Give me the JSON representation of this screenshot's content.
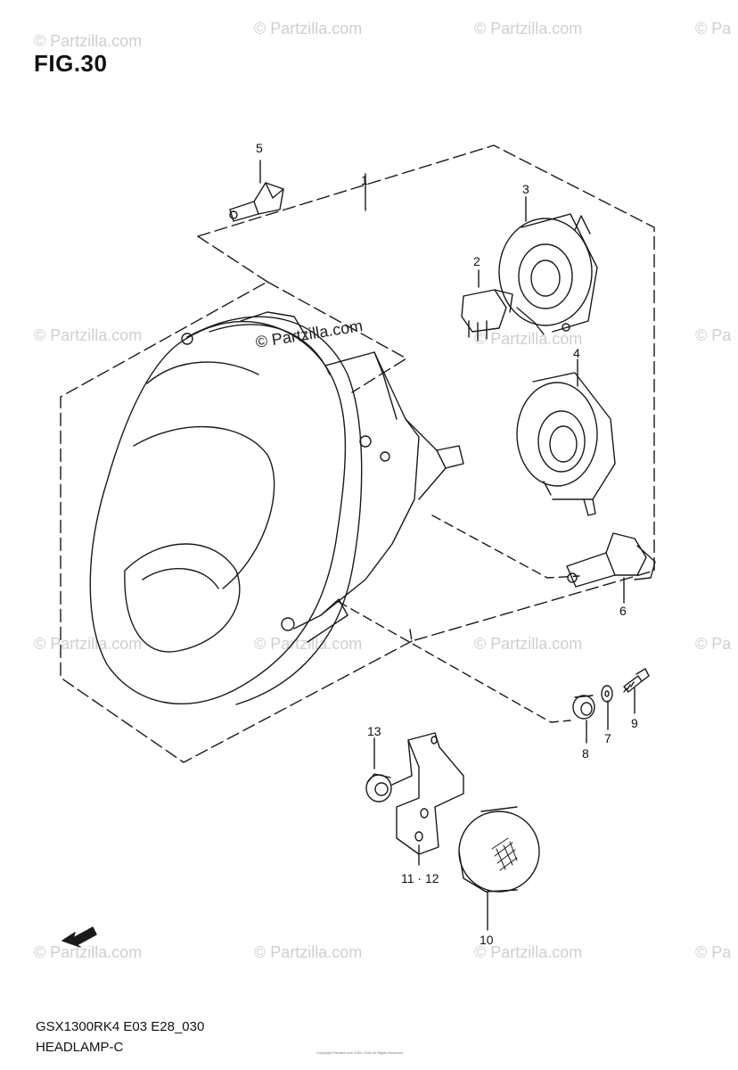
{
  "figure": {
    "title": "FIG.30",
    "model_code": "GSX1300RK4 E03 E28_030",
    "name": "HEADLAMP-C",
    "copyright_note": "Copyright Partzilla.com 2004-2016 All Rights Reserved"
  },
  "watermark": {
    "text": "© Partzilla.com",
    "short_text": "© Pa"
  },
  "center_watermark": "© Partzilla.com",
  "fwd_label": "FWD",
  "callouts": [
    {
      "id": "1",
      "label": "1"
    },
    {
      "id": "2",
      "label": "2"
    },
    {
      "id": "3",
      "label": "3"
    },
    {
      "id": "4",
      "label": "4"
    },
    {
      "id": "5",
      "label": "5"
    },
    {
      "id": "6",
      "label": "6"
    },
    {
      "id": "7",
      "label": "7"
    },
    {
      "id": "8",
      "label": "8"
    },
    {
      "id": "9",
      "label": "9"
    },
    {
      "id": "10",
      "label": "10"
    },
    {
      "id": "11-12",
      "label": "11 · 12"
    },
    {
      "id": "13",
      "label": "13"
    }
  ],
  "colors": {
    "line": "#1a1a1a",
    "watermark": "#cfcfcf"
  }
}
